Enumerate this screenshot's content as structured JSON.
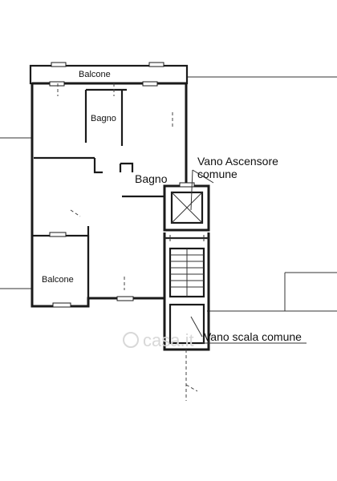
{
  "labels": {
    "balcone_top": "Balcone",
    "bagno_small": "Bagno",
    "bagno_large": "Bagno",
    "balcone_bottom": "Balcone",
    "vano_ascensore_line1": "Vano Ascensore",
    "vano_ascensore_line2": "comune",
    "vano_scala": "Vano scala comune"
  },
  "watermark": "casa.it"
}
